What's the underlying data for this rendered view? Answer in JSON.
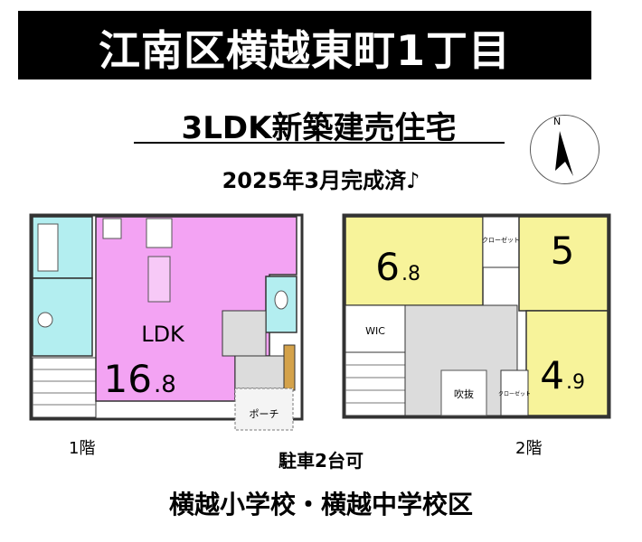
{
  "header": {
    "title": "江南区横越東町1丁目"
  },
  "subtitle": "3LDK新築建売住宅",
  "completion": "2025年3月完成済♪",
  "compass_letter": "N",
  "floor1": {
    "label": "1階",
    "ldk_name": "LDK",
    "ldk_size": "16",
    "ldk_size_decimal": ".8",
    "porch": "ポーチ"
  },
  "floor2": {
    "label": "2階",
    "room_a_size": "6",
    "room_a_decimal": ".8",
    "room_b_size": "5",
    "room_c_size": "4",
    "room_c_decimal": ".9",
    "wic": "WIC",
    "void": "吹抜",
    "closet_1": "クローゼット",
    "closet_2": "クローゼット"
  },
  "parking": "駐車2台可",
  "footer": "横越小学校・横越中学校区",
  "colors": {
    "ldk": "#f3a3f3",
    "wet": "#b3eef0",
    "bedroom": "#f7f39a",
    "hall": "#dcdcdc"
  }
}
